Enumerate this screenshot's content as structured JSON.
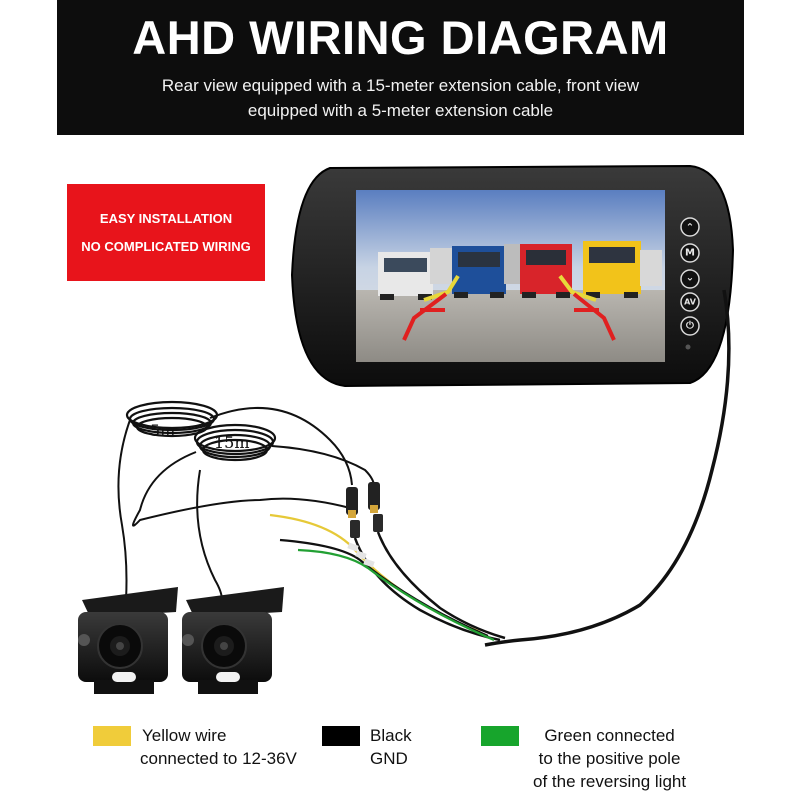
{
  "header": {
    "title": "AHD WIRING DIAGRAM",
    "subtitle_line1": "Rear view equipped with a 15-meter extension cable, front view",
    "subtitle_line2": "equipped with a 5-meter extension cable"
  },
  "badge": {
    "line1": "EASY INSTALLATION",
    "line2": "NO COMPLICATED WIRING"
  },
  "cables": {
    "front_length": "5m",
    "rear_length": "15m"
  },
  "monitor": {
    "buttons": [
      "up-arrow-icon",
      "menu-icon",
      "down-arrow-icon",
      "av-icon",
      "power-icon"
    ],
    "button_glyphs": [
      "⌃",
      "M",
      "⌄",
      "AV",
      "⏻"
    ]
  },
  "legend": [
    {
      "color": "#f0cc3a",
      "line1": "Yellow wire",
      "line2": "connected to 12-36V",
      "line3": ""
    },
    {
      "color": "#000000",
      "line1": "Black",
      "line2": "GND",
      "line3": ""
    },
    {
      "color": "#17a52c",
      "line1": "Green connected",
      "line2": "to the positive pole",
      "line3": "of the reversing light"
    }
  ]
}
